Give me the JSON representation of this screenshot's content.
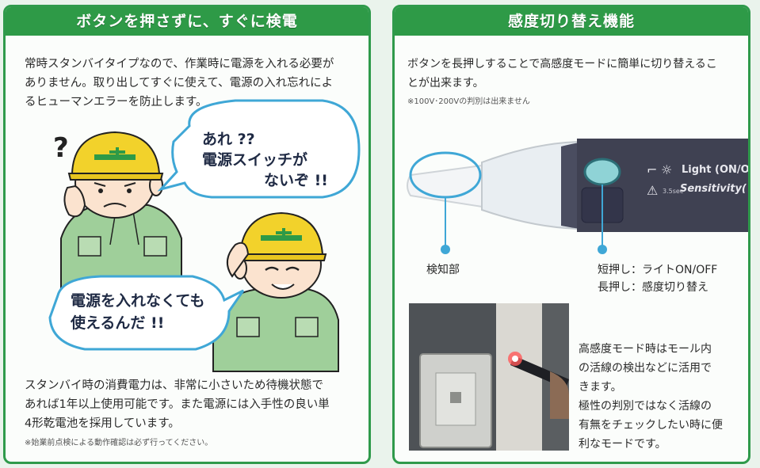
{
  "left_panel": {
    "title": "ボタンを押さずに、すぐに検電",
    "intro_lines": [
      "常時スタンバイタイプなので、作業時に電源を入れる必要が",
      "ありません。取り出してすぐに使えて、電源の入れ忘れによ",
      "るヒューマンエラーを防止します。"
    ],
    "bubble_1": {
      "line1": "あれ ??",
      "line2": "電源スイッチが",
      "line3": "ないぞ !!"
    },
    "question_mark": "?",
    "bubble_2": {
      "line1": "電源を入れなくても",
      "line2": "使えるんだ !!"
    },
    "body_lines": [
      "スタンバイ時の消費電力は、非常に小さいため待機状態で",
      "あれば1年以上使用可能です。また電源には入手性の良い単",
      "4形乾電池を採用しています。"
    ],
    "footnote": "※始業前点検による動作確認は必ず行ってください。"
  },
  "right_panel": {
    "title": "感度切り替え機能",
    "intro_lines": [
      "ボタンを長押しすることで高感度モードに簡単に切り替えるこ",
      "とが出来ます。"
    ],
    "note": "※100V･200Vの判別は出来ません",
    "device": {
      "light_label": "Light (ON/OFF",
      "sensitivity_label": "Sensitivity(",
      "arrow_text": "⌐",
      "sun_symbol": "☼",
      "warning_symbol": "⚠",
      "small_code": "3.5sec"
    },
    "detector_label": "検知部",
    "button_desc": {
      "short": "短押し：ライトON/OFF",
      "long": "長押し：感度切り替え"
    },
    "photo_caption_lines": [
      "高感度モード時はモール内",
      "の活線の検出などに活用で",
      "きます。",
      "極性の判別ではなく活線の",
      "有無をチェックしたい時に便",
      "利なモードです。"
    ]
  },
  "colors": {
    "accent_green": "#2e9a47",
    "callout_blue": "#3fa7d6",
    "helmet_yellow": "#f2d22b",
    "uniform_green": "#9fcf9a",
    "device_dark": "#3f4152",
    "button_teal": "#8fd3d6"
  }
}
